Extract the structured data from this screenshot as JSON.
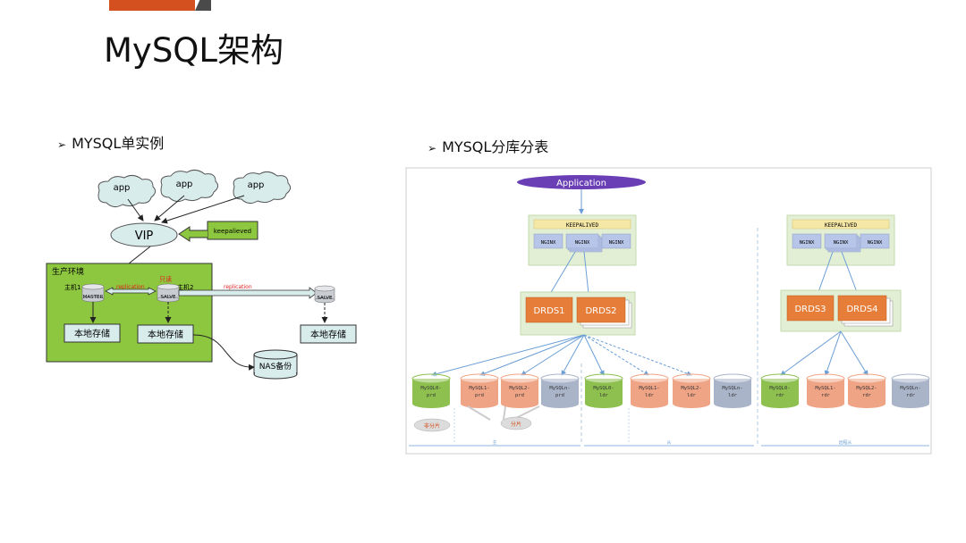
{
  "page": {
    "title": "MySQL架构",
    "section_left": "MYSQL单实例",
    "section_right": "MYSQL分库分表"
  },
  "left": {
    "apps": [
      "app",
      "app",
      "app"
    ],
    "vip": "VIP",
    "keepalived": "keepalieved",
    "env_label": "生产环境",
    "host1": "主机1",
    "host2": "主机2",
    "master": "MASTER",
    "slave": "SALVE",
    "slave2": "SALVE",
    "readonly": "只读",
    "replication1": "replication",
    "replication2": "replication",
    "storage1": "本地存储",
    "storage2": "本地存储",
    "storage3": "本地存储",
    "nas": "NAS备份"
  },
  "right": {
    "application": "Application",
    "keepalived_a": "KEEPALIVED",
    "keepalived_b": "KEEPALIVED",
    "nginx_a": [
      "NGINX",
      "NGINX",
      "NGINX"
    ],
    "nginx_b": [
      "NGINX",
      "NGINX",
      "NGINX"
    ],
    "drds": [
      "DRDS1",
      "DRDS2",
      "DRDS3",
      "DRDS4"
    ],
    "dbs": [
      {
        "l1": "MySQL0-",
        "l2": "prd",
        "color": "#8dc04f"
      },
      {
        "l1": "MySQL1-",
        "l2": "prd",
        "color": "#f0a486"
      },
      {
        "l1": "MySQL2-",
        "l2": "prd",
        "color": "#f0a486"
      },
      {
        "l1": "MySQLn-",
        "l2": "prd",
        "color": "#a9b4c9"
      },
      {
        "l1": "MySQL0-",
        "l2": "ldr",
        "color": "#8dc04f"
      },
      {
        "l1": "MySQL1-",
        "l2": "ldr",
        "color": "#f0a486"
      },
      {
        "l1": "MySQL2-",
        "l2": "ldr",
        "color": "#f0a486"
      },
      {
        "l1": "MySQLn-",
        "l2": "ldr",
        "color": "#a9b4c9"
      },
      {
        "l1": "MySQL0-",
        "l2": "rdr",
        "color": "#8dc04f"
      },
      {
        "l1": "MySQL1-",
        "l2": "rdr",
        "color": "#f0a486"
      },
      {
        "l1": "MySQL2-",
        "l2": "rdr",
        "color": "#f0a486"
      },
      {
        "l1": "MySQLn-",
        "l2": "rdr",
        "color": "#a9b4c9"
      }
    ],
    "nonshard": "非分片",
    "shard": "分片",
    "zone1": "主",
    "zone2": "从",
    "zone3": "远程从"
  },
  "colors": {
    "accent_orange": "#d5501f",
    "env_green": "#8dc63f",
    "vip_fill": "#d9ecec",
    "drds_orange": "#e67e3a",
    "purple": "#6a3fb5"
  }
}
